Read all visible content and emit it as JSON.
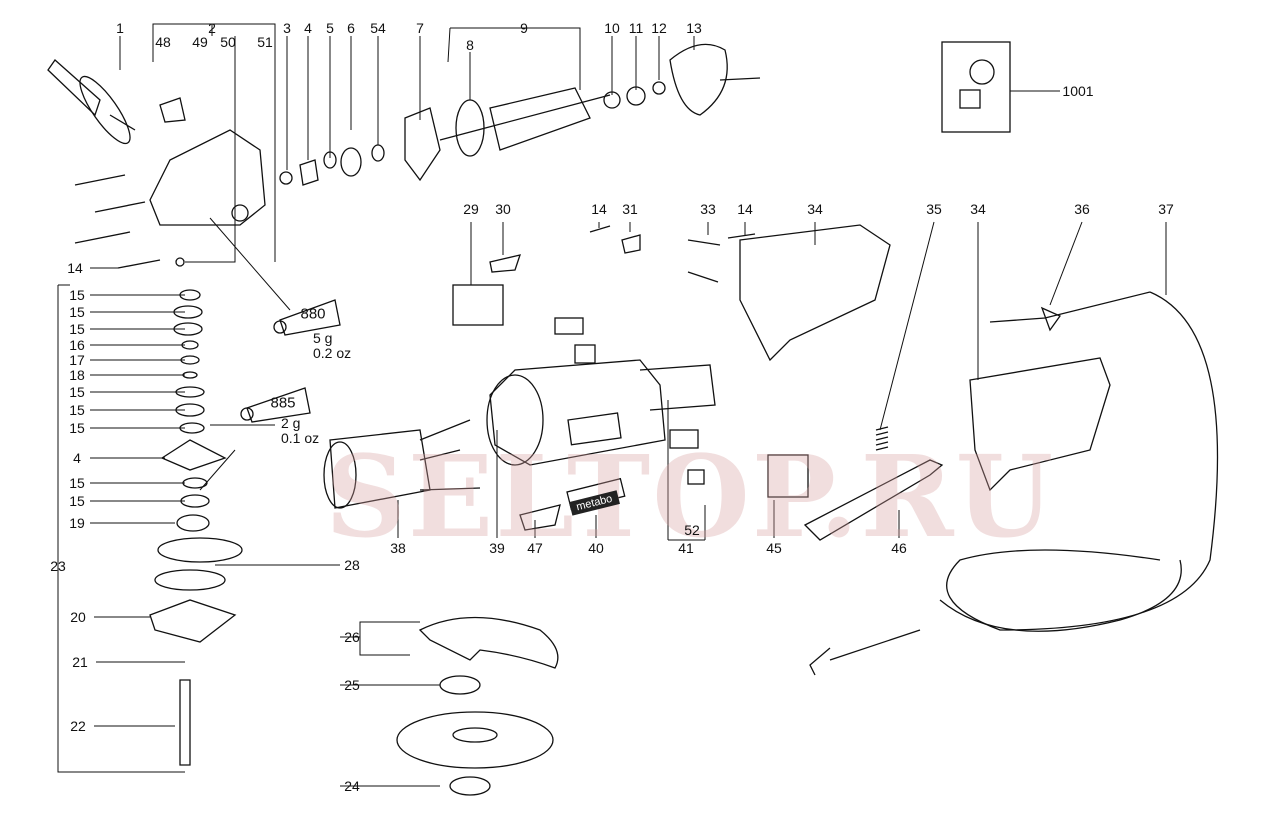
{
  "title": "Angle grinder exploded parts diagram",
  "labels": [
    "1",
    "2",
    "3",
    "4",
    "5",
    "6",
    "54",
    "7",
    "9",
    "10",
    "11",
    "12",
    "13",
    "48",
    "49",
    "50",
    "51",
    "8",
    "1001",
    "14",
    "29",
    "30",
    "14",
    "31",
    "33",
    "14",
    "34",
    "35",
    "34",
    "36",
    "37",
    "15",
    "15",
    "15",
    "16",
    "17",
    "18",
    "15",
    "15",
    "15",
    "4",
    "15",
    "15",
    "19",
    "23",
    "28",
    "20",
    "21",
    "22",
    "26",
    "25",
    "24",
    "38",
    "39",
    "47",
    "40",
    "41",
    "52",
    "45",
    "46"
  ],
  "lubricants": [
    {
      "code": "880",
      "weight": "5 g",
      "weight_oz": "0.2 oz"
    },
    {
      "code": "885",
      "weight": "2 g",
      "weight_oz": "0.1 oz"
    }
  ],
  "brand_label": "metabo",
  "watermark": "SELTOP.RU"
}
